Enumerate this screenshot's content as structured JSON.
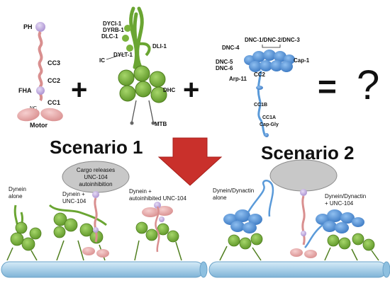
{
  "kinesin": {
    "labels": [
      "PH",
      "CC3",
      "CC2",
      "FHA",
      "CC1",
      "NC",
      "Motor"
    ]
  },
  "dynein": {
    "labels": [
      "DYCI-1",
      "DYRB-1",
      "DLC-1",
      "DYLT-1",
      "IC",
      "DLI-1",
      "DHC",
      "MTB"
    ]
  },
  "dynactin": {
    "labels": [
      "DNC-1/DNC-2/DNC-3",
      "DNC-4",
      "DNC-5",
      "DNC-6",
      "Cap-1",
      "Arp-11",
      "CC2",
      "CC1B",
      "CC1A",
      "Cap-Gly"
    ]
  },
  "operators": {
    "plus": "+",
    "equals": "=",
    "question": "?"
  },
  "scenario1": {
    "title": "Scenario 1",
    "dynein_alone": "Dynein\nalone",
    "dynein_unc104": "Dynein +\nUNC-104",
    "cargo_bubble": "Cargo releases\nUNC-104\nautoinhibition",
    "autoinhibited": "Dynein +\nautoinhibited UNC-104"
  },
  "scenario2": {
    "title": "Scenario 2",
    "dd_alone": "Dynein/Dynactin\nalone",
    "dd_unc104": "Dynein/Dynactin\n+ UNC-104"
  },
  "colors": {
    "kinesin": "#e8a3a3",
    "kinesin_head": "#c8b4e0",
    "dynein": "#7bb33c",
    "dynein_dark": "#4f7e1e",
    "dynactin": "#4f8fd6",
    "dynactin_dark": "#2b5f9e",
    "arrow": "#c9302b",
    "microtubule": "#a9cfe8",
    "bubble": "#c8c8c8"
  }
}
